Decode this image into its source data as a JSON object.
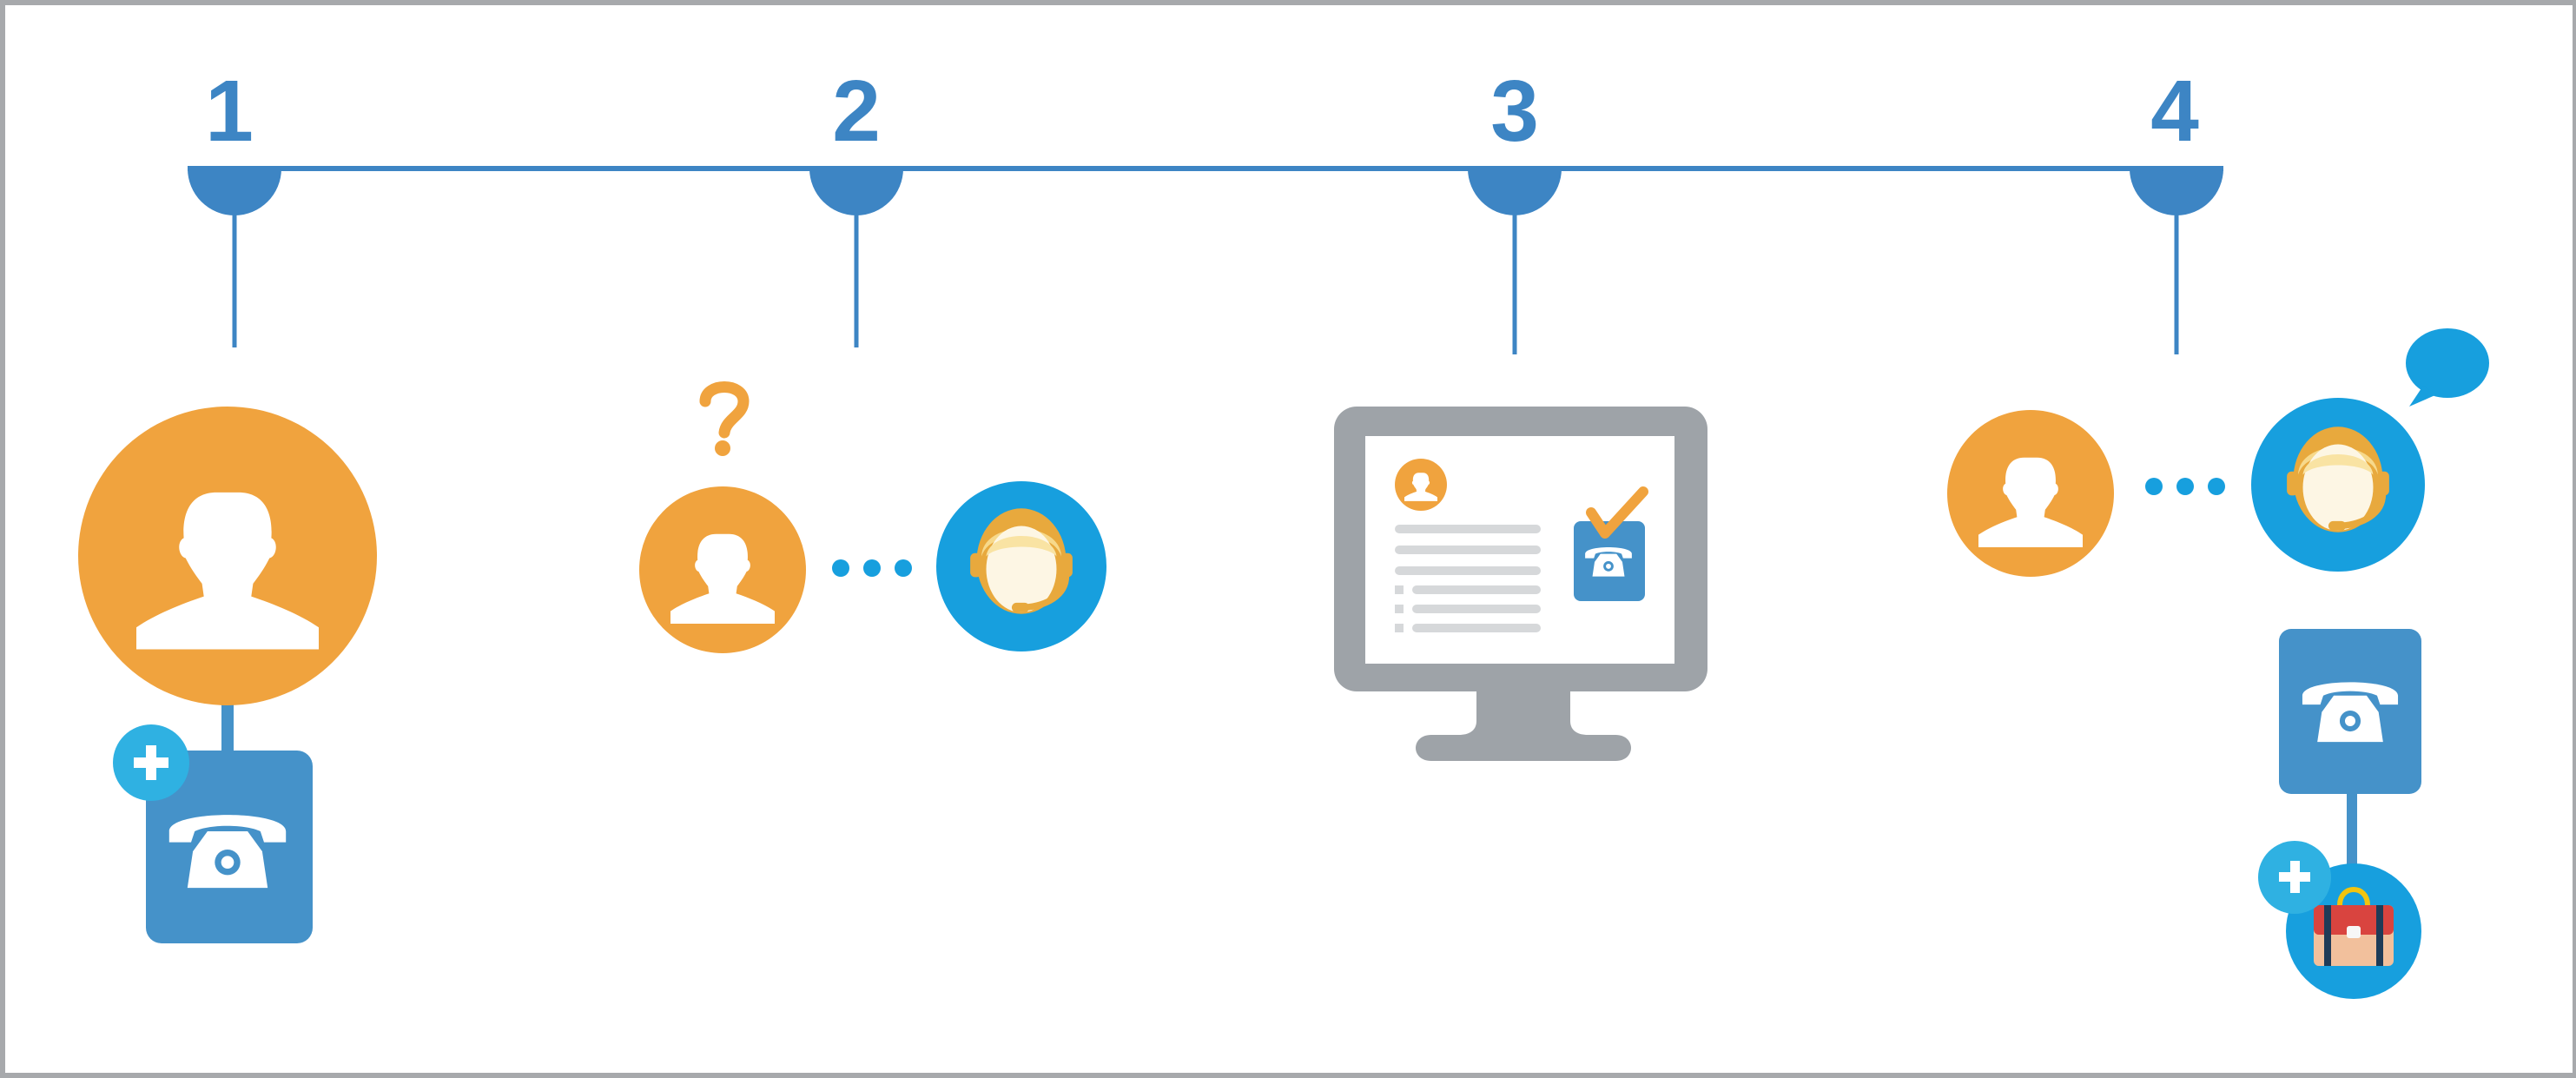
{
  "steps": [
    {
      "number": "1",
      "icon": "customer-new-phone-line"
    },
    {
      "number": "2",
      "icon": "customer-question-to-agent"
    },
    {
      "number": "3",
      "icon": "monitor-profile-verified-phone"
    },
    {
      "number": "4",
      "icon": "customer-agent-chat-phone-plan"
    }
  ],
  "colors": {
    "timeline": "#3d85c4",
    "orange": "#f0a33e",
    "agent_blue": "#179fde",
    "phone_box": "#4592c9",
    "plus_badge": "#2fb1e2",
    "monitor": "#9ea3a8"
  }
}
